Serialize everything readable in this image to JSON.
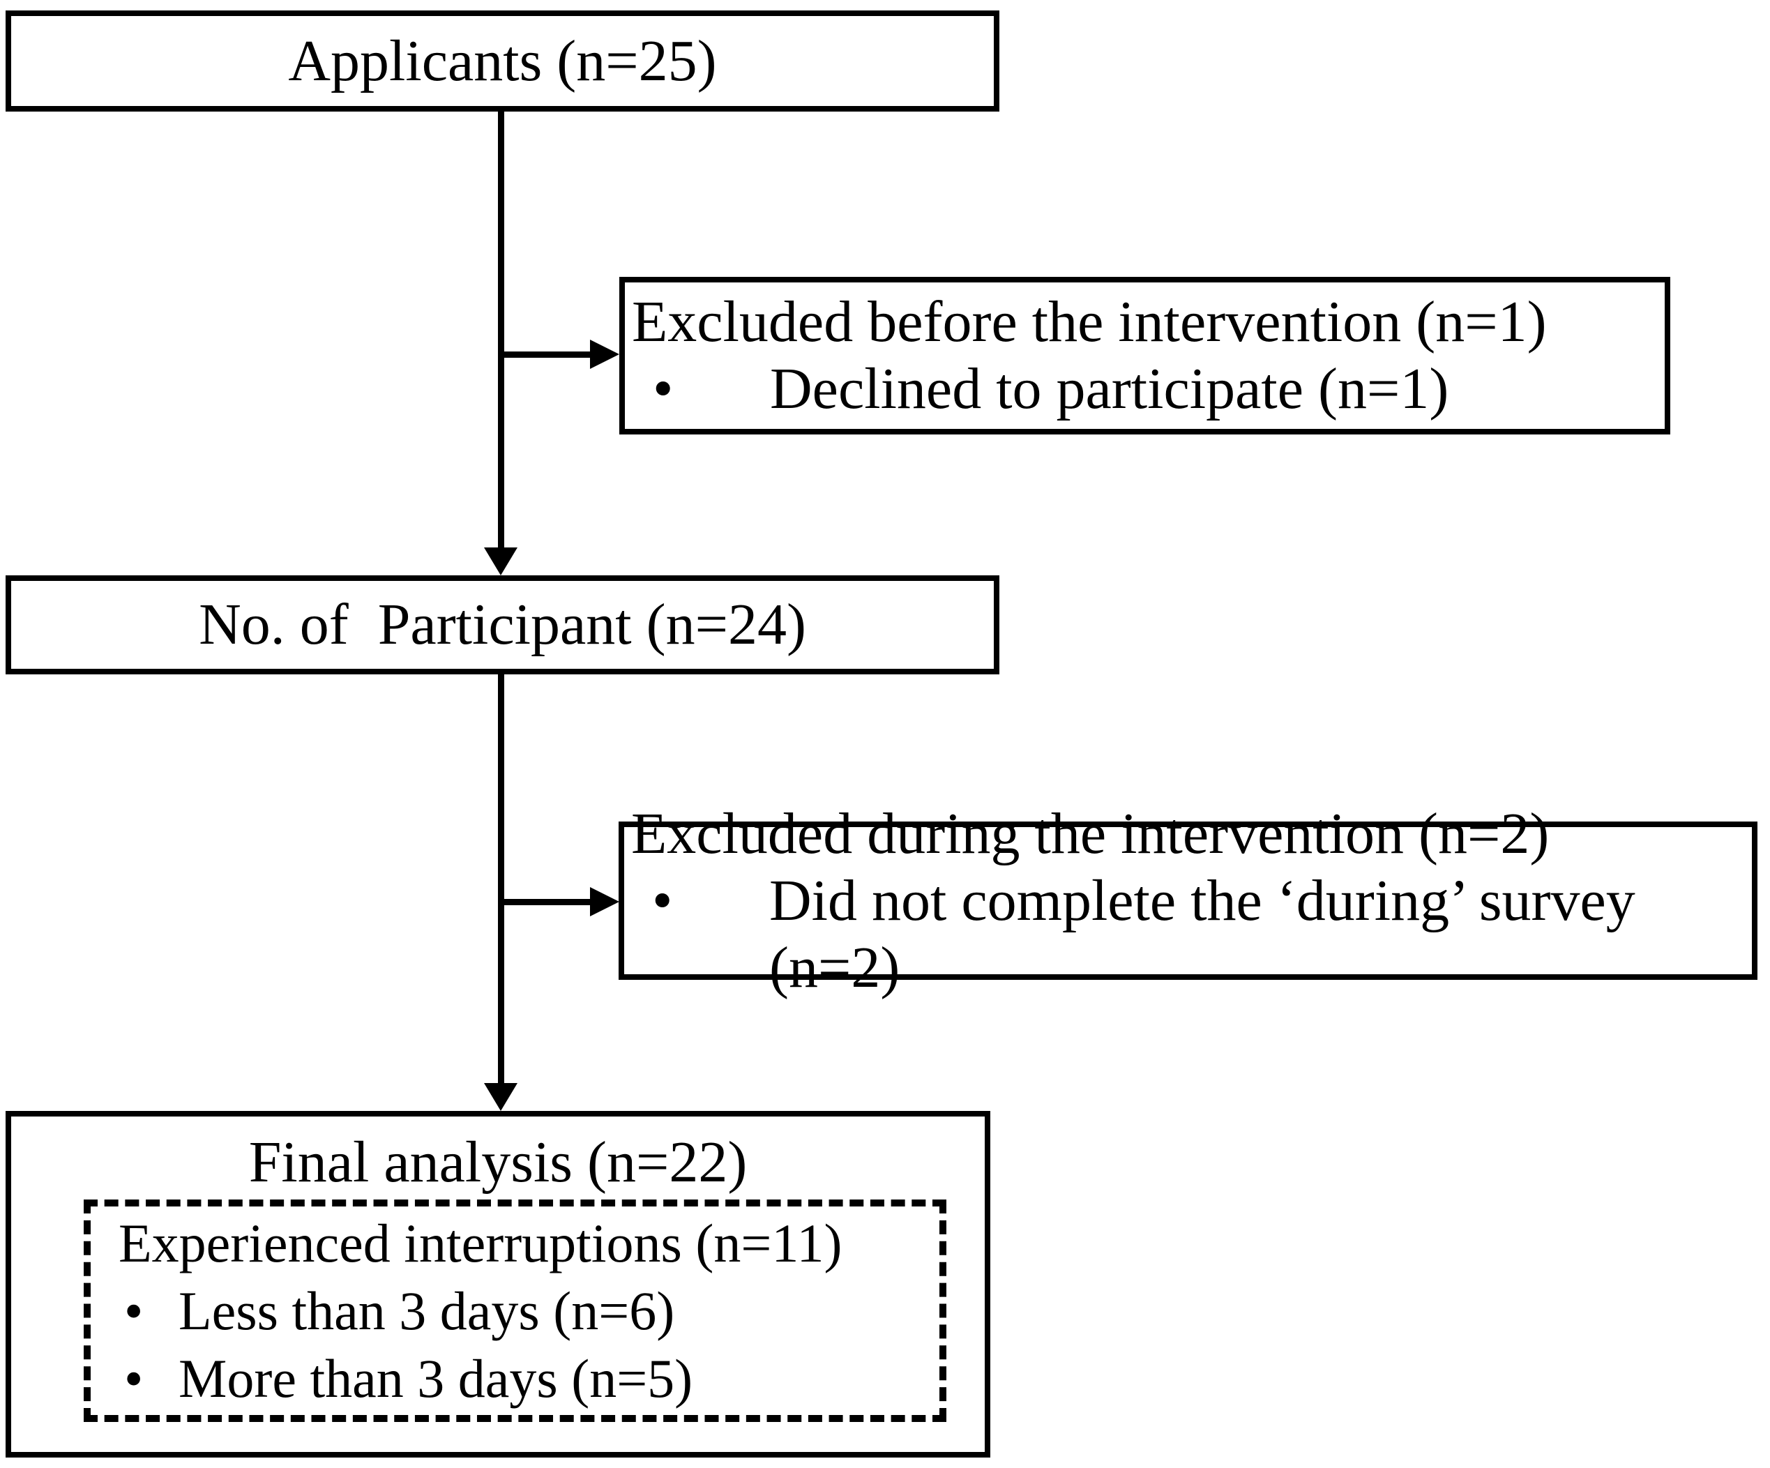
{
  "page": {
    "background_color": "#ffffff",
    "ink_color": "#000000"
  },
  "flowchart": {
    "bullet_char": "•",
    "boxes": {
      "applicants": {
        "label": "Applicants (n=25)"
      },
      "excluded_before": {
        "title": "Excluded before the intervention (n=1)",
        "bullets": [
          "Declined to participate (n=1)"
        ]
      },
      "participants": {
        "label": "No. of  Participant (n=24)"
      },
      "excluded_during": {
        "title": "Excluded during the intervention (n=2)",
        "bullets": [
          "Did not complete the ‘during’ survey (n=2)"
        ]
      },
      "final_analysis": {
        "title": "Final analysis (n=22)",
        "subgroup": {
          "title": "Experienced interruptions (n=11)",
          "bullets": [
            "Less than 3 days (n=6)",
            "More than 3 days (n=5)"
          ]
        }
      }
    }
  }
}
